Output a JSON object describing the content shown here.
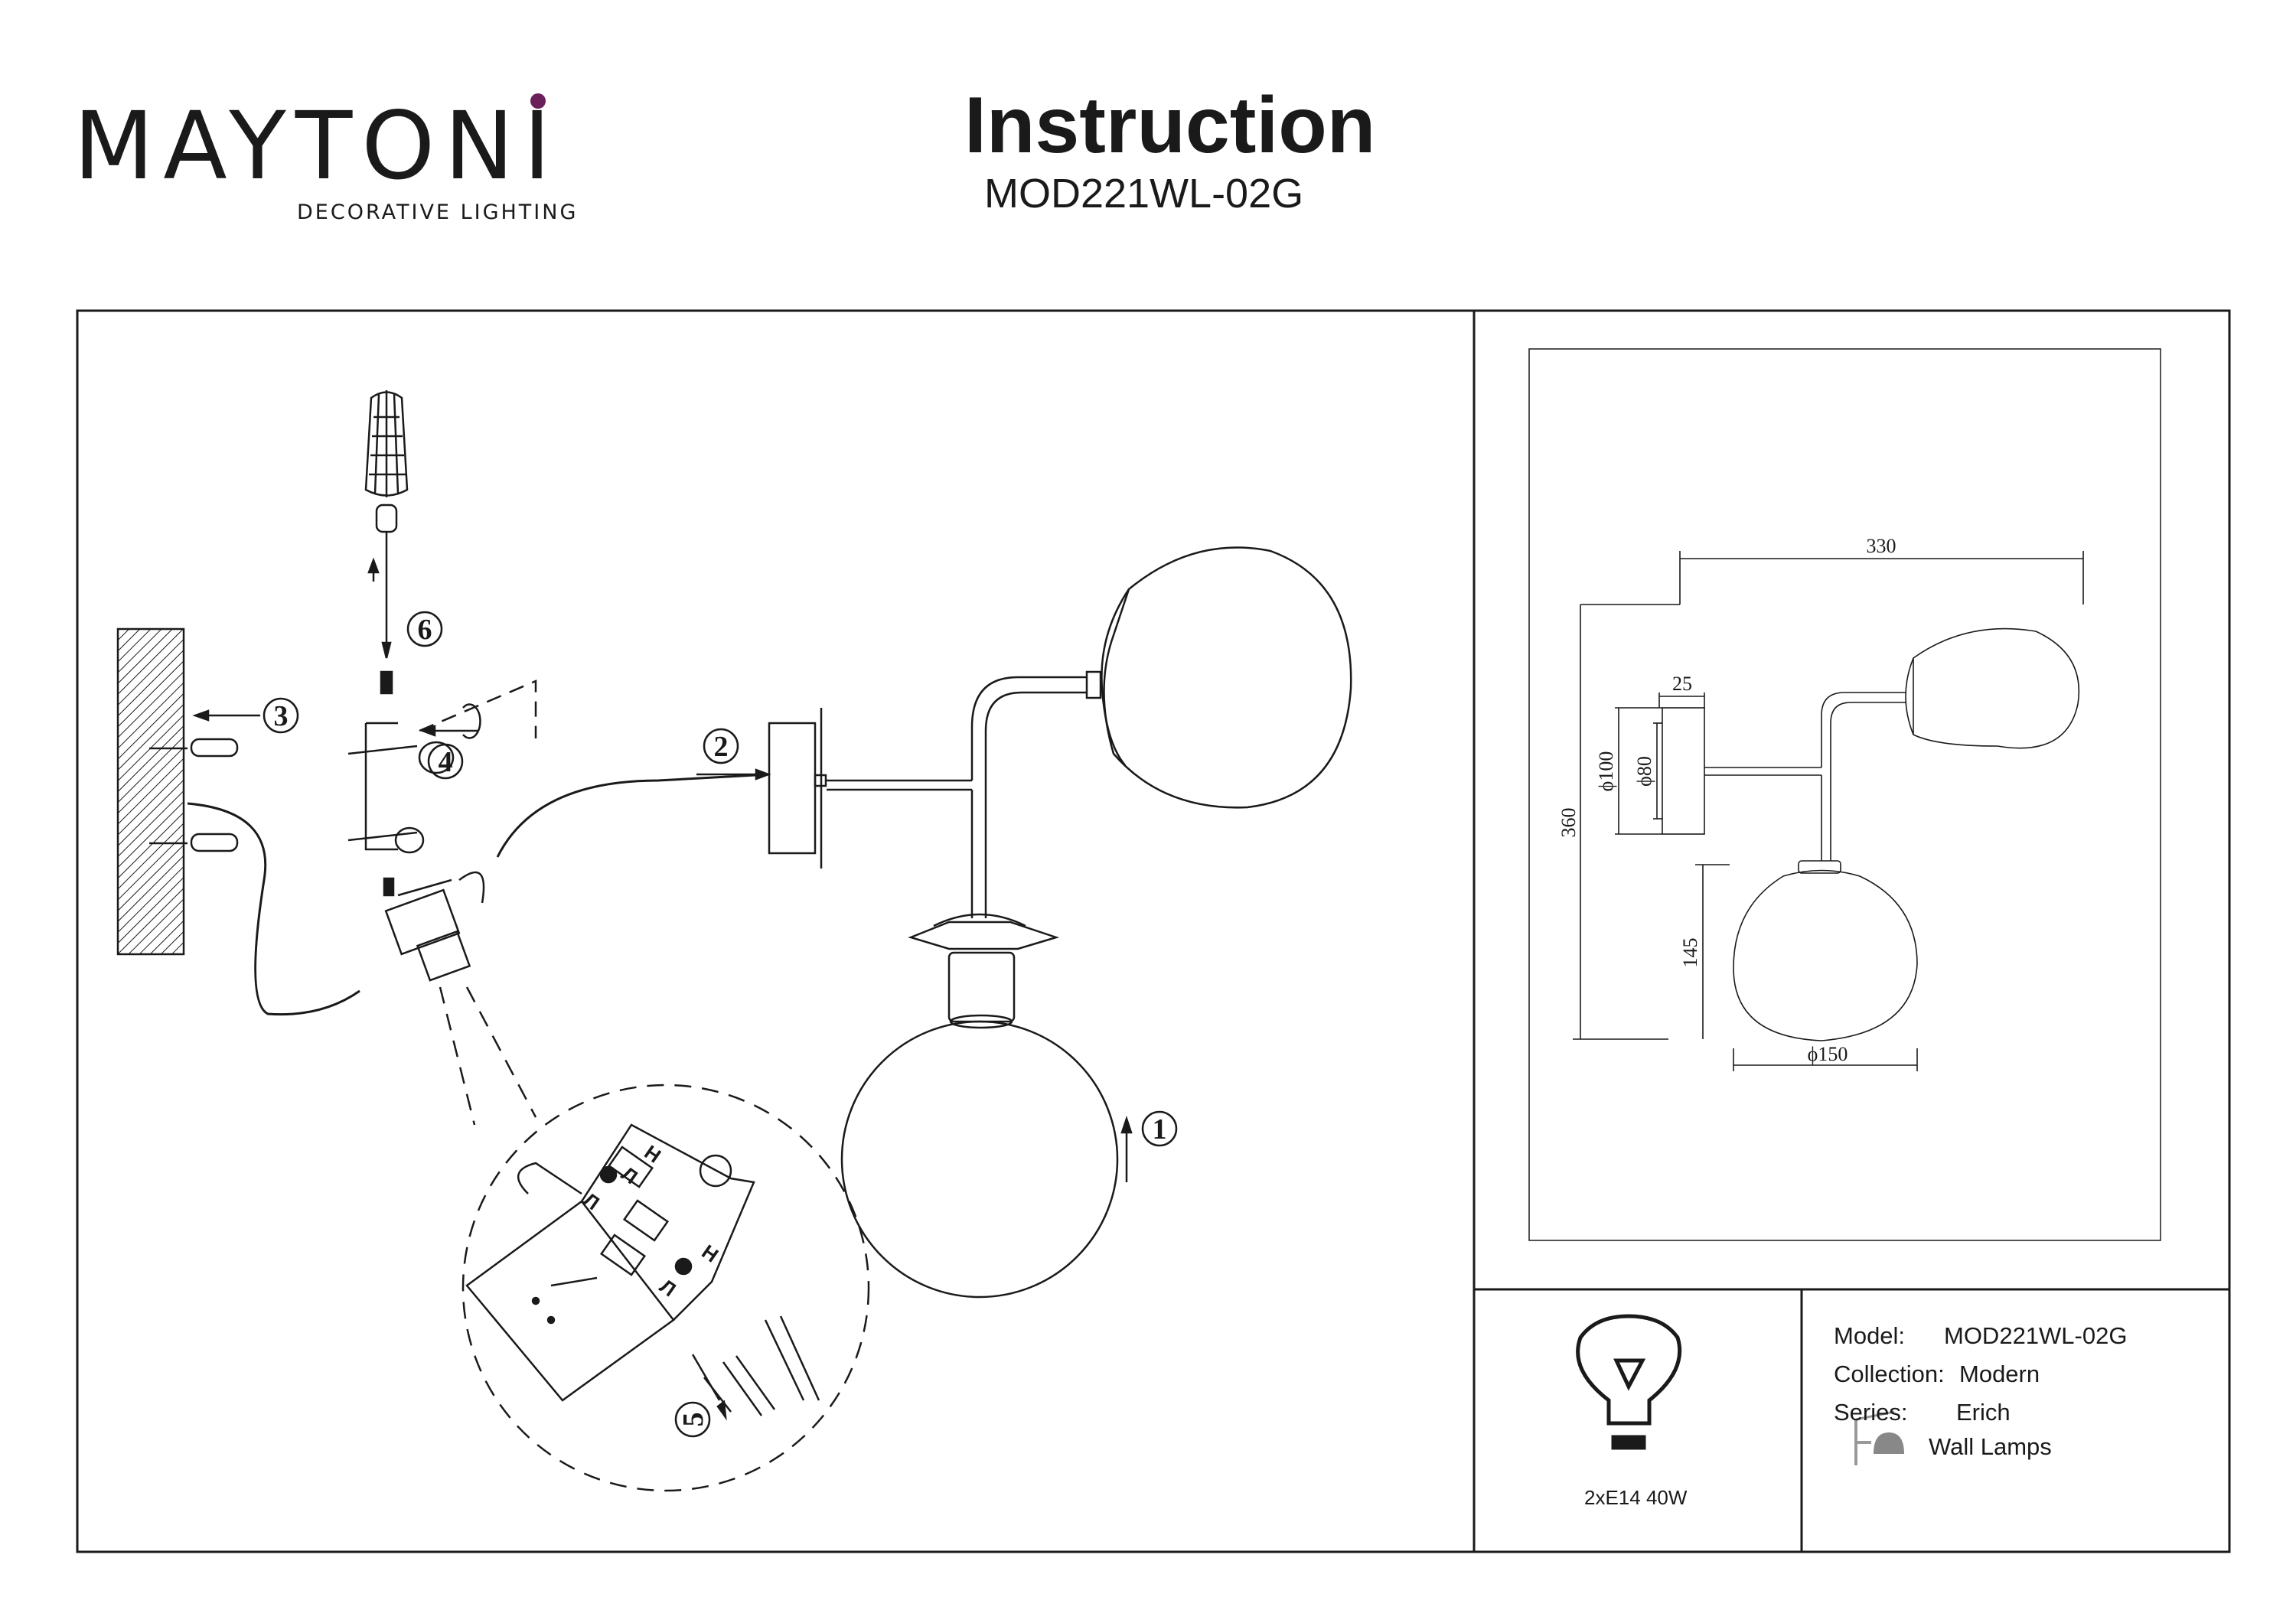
{
  "brand": {
    "name": "MAYTONI",
    "tagline": "DECORATIVE LIGHTING"
  },
  "header": {
    "title": "Instruction",
    "model": "MOD221WL-02G"
  },
  "steps": [
    "1",
    "2",
    "3",
    "4",
    "5",
    "6"
  ],
  "terminal_marks": [
    "Л",
    "Н",
    "Л",
    "Н",
    "Л"
  ],
  "dimensions": {
    "width": "330",
    "height": "360",
    "depth": "25",
    "base_outer": "ϕ100",
    "base_inner": "ϕ80",
    "shade_height": "145",
    "shade_diameter": "ϕ150"
  },
  "specs": {
    "model_label": "Model:",
    "model_value": "MOD221WL-02G",
    "collection_label": "Collection:",
    "collection_value": "Modern",
    "series_label": "Series:",
    "series_value": "Erich",
    "type_value": "Wall Lamps"
  },
  "bulb": {
    "label": "2xE14 40W"
  },
  "icons": [
    "screwdriver-icon",
    "bulb-icon",
    "wall-lamp-icon"
  ],
  "colors": {
    "ink": "#1a1a1a",
    "brand_accent": "#6b1f5b"
  }
}
